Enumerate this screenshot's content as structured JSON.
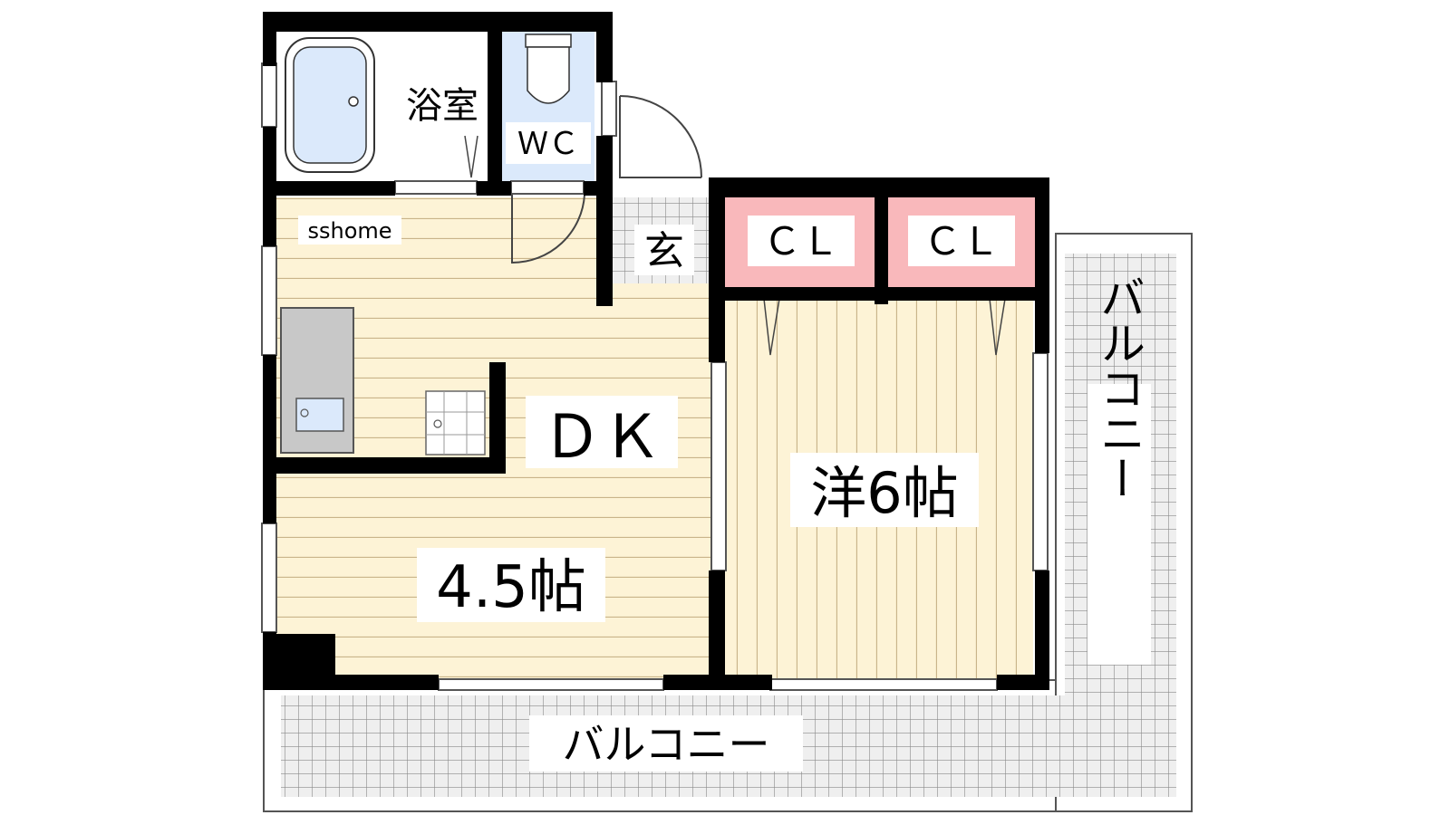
{
  "floorplan": {
    "watermark": "sshome",
    "rooms": {
      "bath": "浴室",
      "wc": "ＷＣ",
      "entrance": "玄",
      "closet_1": "ＣＬ",
      "closet_2": "ＣＬ",
      "dk_name": "ＤＫ",
      "dk_size": "4.5帖",
      "western": "洋6帖"
    },
    "balcony_south": "バルコニー",
    "balcony_east": "バルコニー"
  },
  "colors": {
    "wall": "#000000",
    "floor_wood": "#fdf3d6",
    "floor_line": "#c9b48a",
    "balcony": "#f2f2f2",
    "balcony_grid": "#8a8a8a",
    "wet_area": "#dbe9fb",
    "closet": "#f9b8bb",
    "kitchen": "#c8c8c8"
  }
}
